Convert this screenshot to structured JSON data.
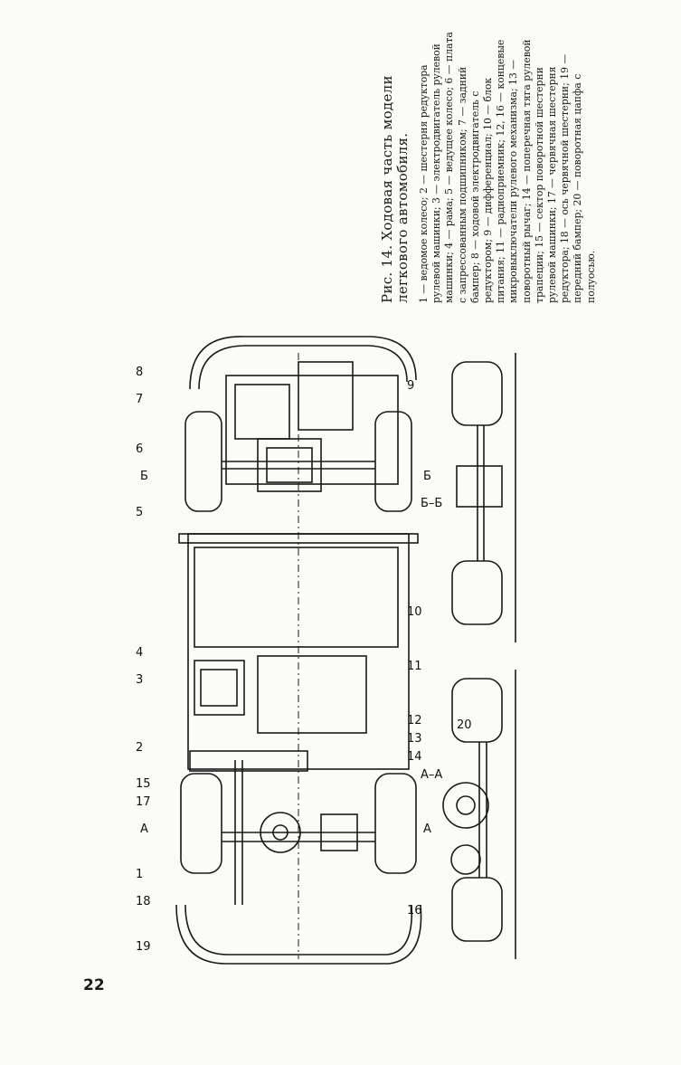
{
  "page_number": "22",
  "caption": {
    "title": "Рис. 14. Ходовая часть модели легкового автомобиля.",
    "body": "1 — ведомое колесо; 2 — шестерня редуктора рулевой машинки; 3 — электродвигатель рулевой машинки; 4 — рама; 5 — ведущее колесо; 6 — плата с запрессованным подшипником; 7 — задний бампер; 8 — ходовой электродвигатель с редуктором; 9 — дифференциал; 10 — блок питания; 11 — радиоприемник; 12, 16 — концевые микровыключатели рулевого механизма; 13 — поворотный рычаг; 14 — поперечная тяга рулевой трапеции; 15 — сектор поворотной шестерни рулевой машинки; 17 — червячная шестерня редуктора; 18 — ось червячной шестерни; 19 — передний бампер; 20 — поворотная цапфа с полуосью."
  },
  "figure_labels": {
    "l1": "1",
    "l2": "2",
    "l3": "3",
    "l4": "4",
    "l5": "5",
    "l6": "6",
    "l7": "7",
    "l8": "8",
    "l9": "9",
    "l10": "10",
    "l11": "11",
    "l12": "12",
    "l13": "13",
    "l14": "14",
    "l15": "15",
    "l16": "16",
    "l17": "17",
    "l18": "18",
    "l19": "19",
    "l20": "20",
    "sec_bb": "Б–Б",
    "sec_aa": "А–А",
    "cut_a": "А",
    "cut_b": "Б"
  }
}
